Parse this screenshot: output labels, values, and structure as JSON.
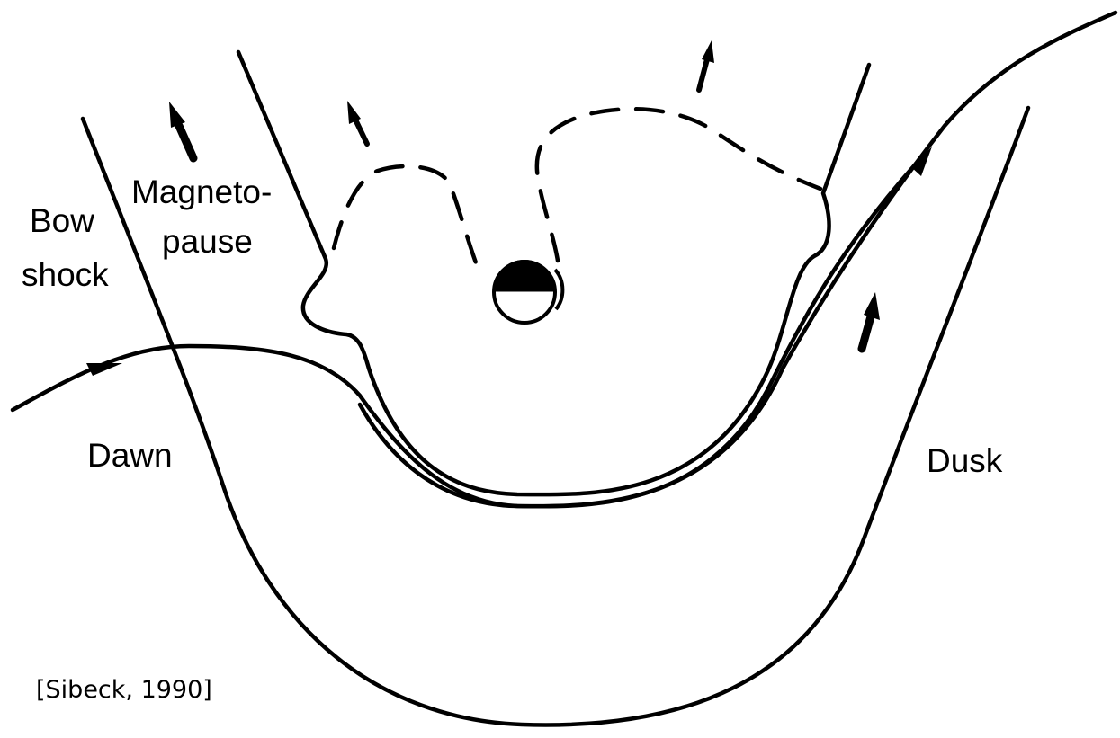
{
  "labels": {
    "bow_shock_line1": "Bow",
    "bow_shock_line2": "shock",
    "magnetopause_line1": "Magneto-",
    "magnetopause_line2": "pause",
    "dawn": "Dawn",
    "dusk": "Dusk"
  },
  "citation": "[Sibeck, 1990]",
  "colors": {
    "ink": "#000000",
    "background": "#ffffff"
  }
}
